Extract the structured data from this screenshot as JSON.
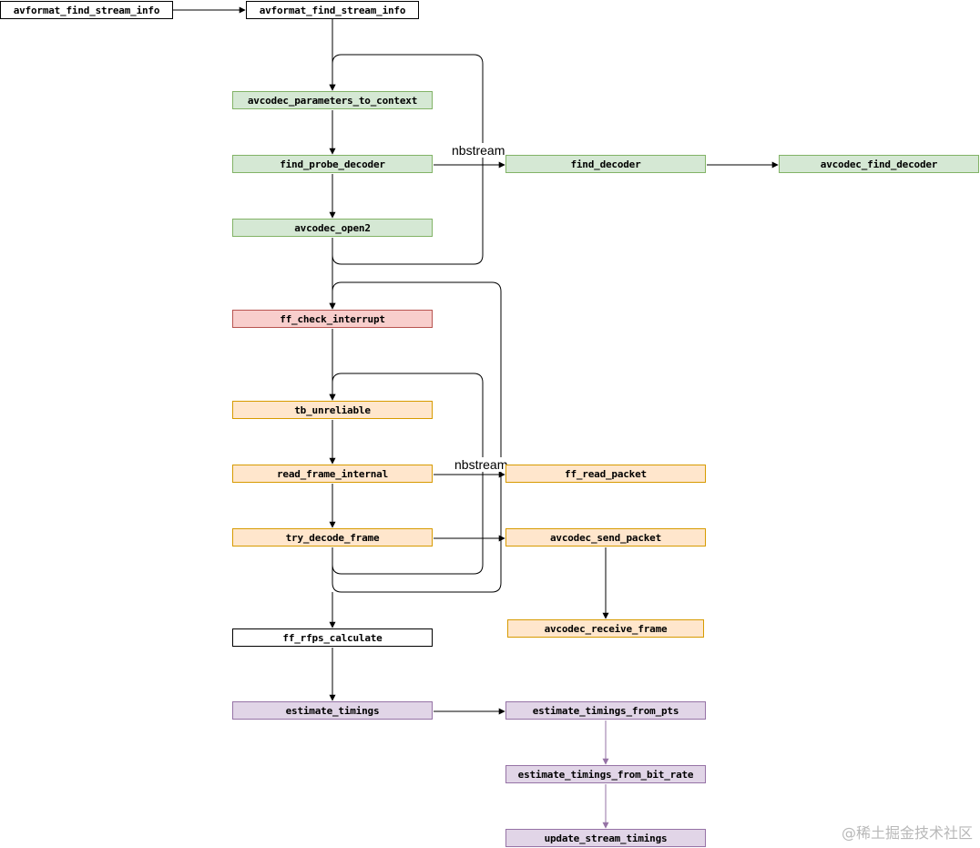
{
  "diagram": {
    "nodes": {
      "avformat_find_stream_info_caller": "avformat_find_stream_info",
      "avformat_find_stream_info": "avformat_find_stream_info",
      "avcodec_parameters_to_context": "avcodec_parameters_to_context",
      "find_probe_decoder": "find_probe_decoder",
      "find_decoder": "find_decoder",
      "avcodec_find_decoder": "avcodec_find_decoder",
      "avcodec_open2": "avcodec_open2",
      "ff_check_interrupt": "ff_check_interrupt",
      "tb_unreliable": "tb_unreliable",
      "read_frame_internal": "read_frame_internal",
      "ff_read_packet": "ff_read_packet",
      "try_decode_frame": "try_decode_frame",
      "avcodec_send_packet": "avcodec_send_packet",
      "avcodec_receive_frame": "avcodec_receive_frame",
      "ff_rfps_calculate": "ff_rfps_calculate",
      "estimate_timings": "estimate_timings",
      "estimate_timings_from_pts": "estimate_timings_from_pts",
      "estimate_timings_from_bit_rate": "estimate_timings_from_bit_rate",
      "update_stream_timings": "update_stream_timings"
    },
    "loop_labels": {
      "first": "nbstream",
      "second": "nbstream"
    },
    "colors": {
      "green_fill": "#d5e8d4",
      "green_stroke": "#82b366",
      "red_fill": "#f8cecc",
      "red_stroke": "#b85450",
      "orange_fill": "#ffe6cc",
      "orange_stroke": "#d79b00",
      "purple_fill": "#e1d5e7",
      "purple_stroke": "#9673a6"
    }
  },
  "watermark": "@稀土掘金技术社区"
}
